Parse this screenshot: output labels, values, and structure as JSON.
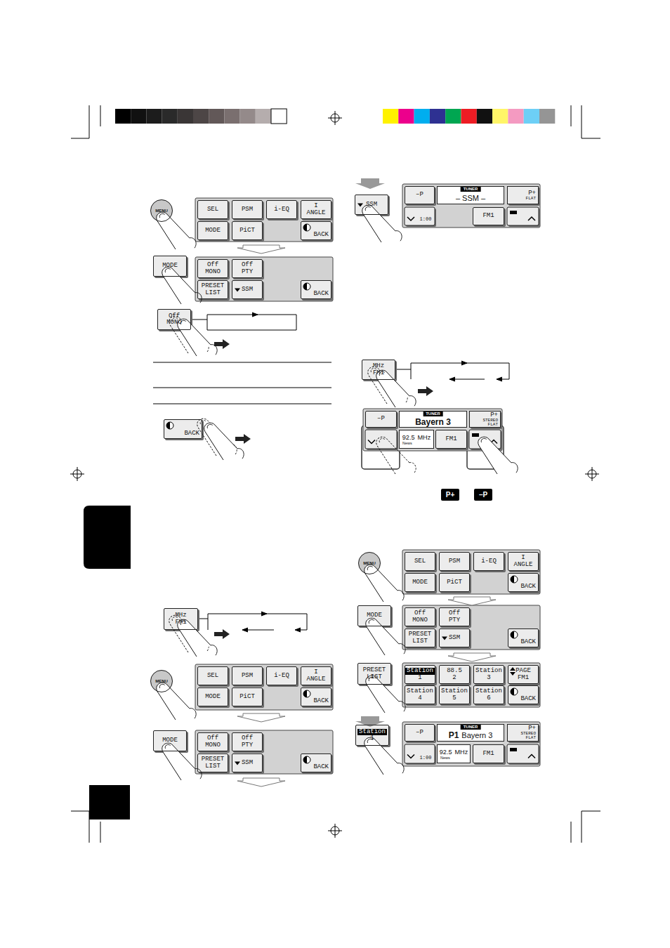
{
  "diagram": {
    "nodes": [
      {
        "text": [
          "MENU"
        ]
      },
      {
        "text": [
          "SEL"
        ]
      },
      {
        "text": [
          "PSM"
        ]
      },
      {
        "text": [
          "i-EQ"
        ]
      },
      {
        "text": [
          "I",
          "ANGLE"
        ]
      },
      {
        "text": [
          "MODE"
        ]
      },
      {
        "text": [
          "PiCT"
        ]
      },
      {
        "text": [
          "BACK"
        ]
      },
      {
        "text": [
          "MODE"
        ]
      },
      {
        "text": [
          "Off",
          "MONO"
        ]
      },
      {
        "text": [
          "Off",
          "PTY"
        ]
      },
      {
        "text": [
          "PRESET LIST"
        ]
      },
      {
        "text": [
          "SSM"
        ]
      },
      {
        "text": [
          "BACK"
        ]
      },
      {
        "text": [
          "Off",
          "MONO"
        ]
      },
      {
        "text": [
          "BACK"
        ]
      },
      {
        "text": [
          "MHz",
          "FM1"
        ]
      },
      {
        "text": [
          "MENU"
        ]
      },
      {
        "text": [
          "SEL"
        ]
      },
      {
        "text": [
          "PSM"
        ]
      },
      {
        "text": [
          "i-EQ"
        ]
      },
      {
        "text": [
          "I",
          "ANGLE"
        ]
      },
      {
        "text": [
          "MODE"
        ]
      },
      {
        "text": [
          "PiCT"
        ]
      },
      {
        "text": [
          "BACK"
        ]
      },
      {
        "text": [
          "MODE"
        ]
      },
      {
        "text": [
          "Off",
          "MONO"
        ]
      },
      {
        "text": [
          "Off",
          "PTY"
        ]
      },
      {
        "text": [
          "PRESET LIST"
        ]
      },
      {
        "text": [
          "SSM"
        ]
      },
      {
        "text": [
          "BACK"
        ]
      },
      {
        "text": [
          "SSM"
        ]
      },
      {
        "text": [
          "–P"
        ]
      },
      {
        "text": [
          "TUNER",
          "– SSM –"
        ]
      },
      {
        "text": [
          "P+",
          "FLAT"
        ]
      },
      {
        "text": [
          "1:00"
        ]
      },
      {
        "text": [
          "FM1"
        ]
      },
      {
        "text": [
          "MHz",
          "FM1"
        ]
      },
      {
        "text": [
          "–P"
        ]
      },
      {
        "text": [
          "TUNER",
          "Bayern 3"
        ]
      },
      {
        "text": [
          "P+",
          "STEREO",
          "FLAT"
        ]
      },
      {
        "text": [
          "92.5",
          "MHz",
          "News"
        ]
      },
      {
        "text": [
          "FM1"
        ]
      },
      {
        "text": [
          "P+"
        ]
      },
      {
        "text": [
          "–P"
        ]
      },
      {
        "text": [
          "MENU"
        ]
      },
      {
        "text": [
          "SEL"
        ]
      },
      {
        "text": [
          "PSM"
        ]
      },
      {
        "text": [
          "i-EQ"
        ]
      },
      {
        "text": [
          "I",
          "ANGLE"
        ]
      },
      {
        "text": [
          "MODE"
        ]
      },
      {
        "text": [
          "PiCT"
        ]
      },
      {
        "text": [
          "BACK"
        ]
      },
      {
        "text": [
          "MODE"
        ]
      },
      {
        "text": [
          "Off",
          "MONO"
        ]
      },
      {
        "text": [
          "Off",
          "PTY"
        ]
      },
      {
        "text": [
          "PRESET LIST"
        ]
      },
      {
        "text": [
          "SSM"
        ]
      },
      {
        "text": [
          "BACK"
        ]
      },
      {
        "text": [
          "PRESET LIST"
        ]
      },
      {
        "text": [
          "Station",
          "1"
        ]
      },
      {
        "text": [
          "88.5",
          "2"
        ]
      },
      {
        "text": [
          "Station",
          "3"
        ]
      },
      {
        "text": [
          "PAGE",
          "FM1"
        ]
      },
      {
        "text": [
          "Station",
          "4"
        ]
      },
      {
        "text": [
          "Station",
          "5"
        ]
      },
      {
        "text": [
          "Station",
          "6"
        ]
      },
      {
        "text": [
          "BACK"
        ]
      },
      {
        "text": [
          "Station",
          "1"
        ]
      },
      {
        "text": [
          "–P"
        ]
      },
      {
        "text": [
          "TUNER",
          "P1",
          "Bayern 3"
        ]
      },
      {
        "text": [
          "P+",
          "STEREO",
          "FLAT"
        ]
      },
      {
        "text": [
          "1:00"
        ]
      },
      {
        "text": [
          "92.5",
          "MHz",
          "News"
        ]
      },
      {
        "text": [
          "FM1"
        ]
      }
    ]
  }
}
